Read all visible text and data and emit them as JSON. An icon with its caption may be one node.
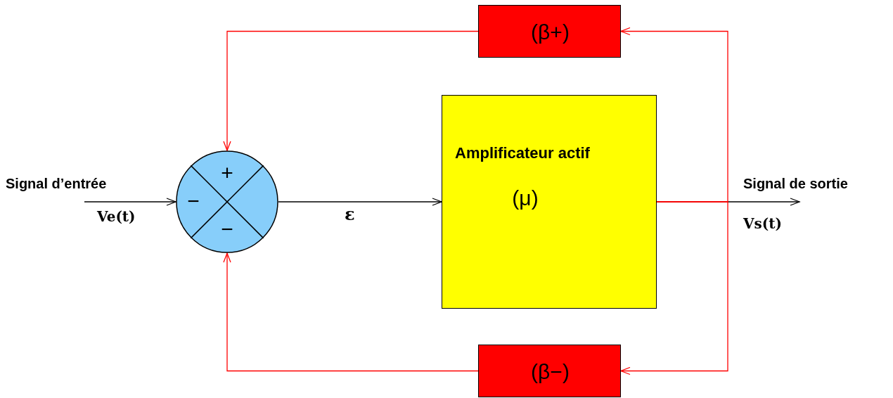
{
  "diagram": {
    "nodes": [
      {
        "text": [
          "+",
          "−",
          "−"
        ]
      },
      {
        "text": [
          "Amplificateur actif",
          "(μ)"
        ]
      },
      {
        "text": [
          "(β+)"
        ]
      },
      {
        "text": [
          "(β−)"
        ]
      },
      {
        "text": [
          "Signal d’entrée",
          "Ve(t)"
        ]
      },
      {
        "text": [
          "Signal de sortie",
          "Vs(t)"
        ]
      }
    ],
    "edges": [
      {
        "from": 4,
        "to": 0,
        "arrow": "to",
        "color": "#000000"
      },
      {
        "from": 0,
        "to": 1,
        "arrow": "to",
        "label": "ε",
        "color": "#000000"
      },
      {
        "from": 1,
        "to": 5,
        "arrow": "to",
        "color": "#000000"
      },
      {
        "from": 1,
        "to": 2,
        "arrow": "to",
        "color": "#ff0000"
      },
      {
        "from": 1,
        "to": 3,
        "arrow": "to",
        "color": "#ff0000"
      },
      {
        "from": 2,
        "to": 0,
        "arrow": "to",
        "color": "#ff0000"
      },
      {
        "from": 3,
        "to": 0,
        "arrow": "to",
        "color": "#ff0000"
      }
    ],
    "labels": []
  }
}
